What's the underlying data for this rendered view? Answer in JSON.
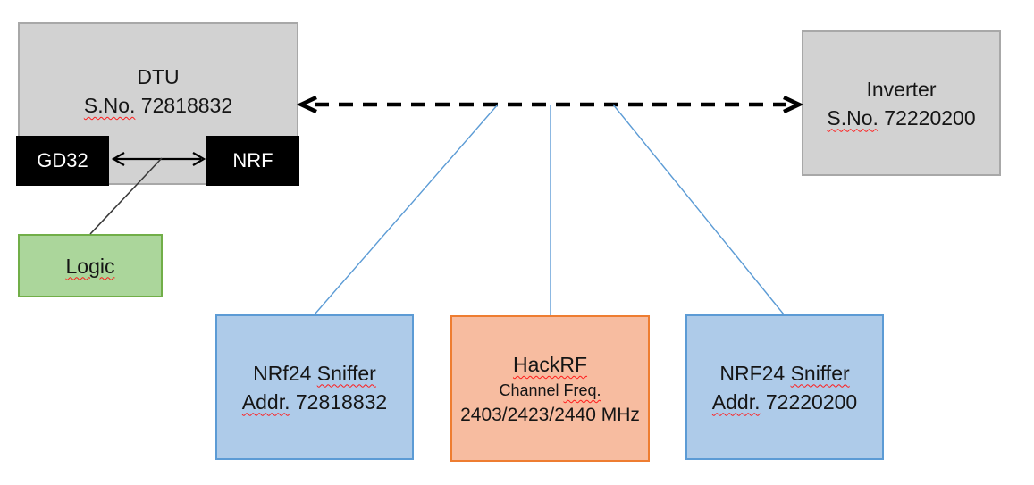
{
  "diagram": {
    "dtu": {
      "title": "DTU",
      "serial_label": "S.No.",
      "serial_number": " 72818832"
    },
    "gd32": {
      "label": "GD32"
    },
    "nrf": {
      "label": "NRF"
    },
    "logic": {
      "label": "Logic"
    },
    "inverter": {
      "title": "Inverter",
      "serial_label": "S.No.",
      "serial_number": " 72220200"
    },
    "sniffer_left": {
      "title_prefix": "NRf24 ",
      "title_word": "Sniffer",
      "addr_label": "Addr.",
      "addr_number": " 72818832"
    },
    "hackrf": {
      "title": "HackRF",
      "subtitle_prefix": "Channel ",
      "subtitle_word": "Freq.",
      "frequencies": "2403/2423/2440 MHz"
    },
    "sniffer_right": {
      "title_prefix": "NRF24 ",
      "title_word": "Sniffer",
      "addr_label": "Addr.",
      "addr_number": " 72220200"
    }
  },
  "palette": {
    "gray_box_fill": "#d2d2d2",
    "gray_box_border": "#a8a8a8",
    "chip_box_fill": "#000000",
    "green_box_fill": "#abd69b",
    "green_box_border": "#71ae48",
    "blue_box_fill": "#aecbe9",
    "blue_box_border": "#5c9bd5",
    "orange_box_fill": "#f7bca0",
    "orange_box_border": "#ee7d31",
    "connector_blue": "#5b9bd5",
    "arrow_black": "#000000",
    "spellcheck_red": "#ff1a1a"
  }
}
